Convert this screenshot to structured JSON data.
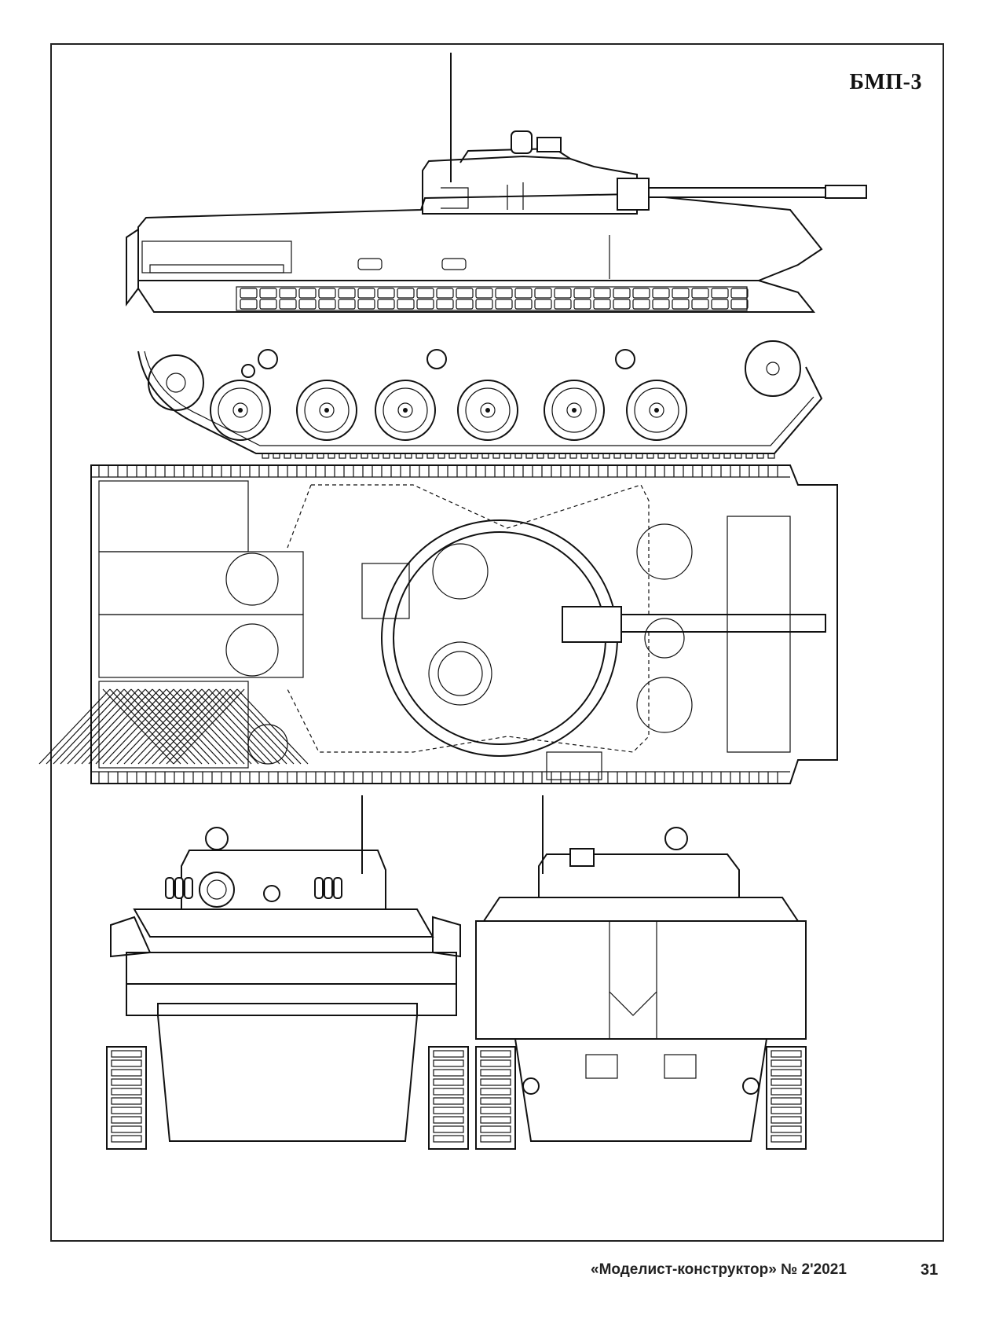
{
  "plate": {
    "title": "БМП-3"
  },
  "footer": {
    "magazine": "«Моделист-конструктор» № 2'2021",
    "page_number": "31"
  },
  "views": {
    "side": "side-view",
    "top": "top-view",
    "front": "front-view",
    "rear": "rear-view"
  }
}
